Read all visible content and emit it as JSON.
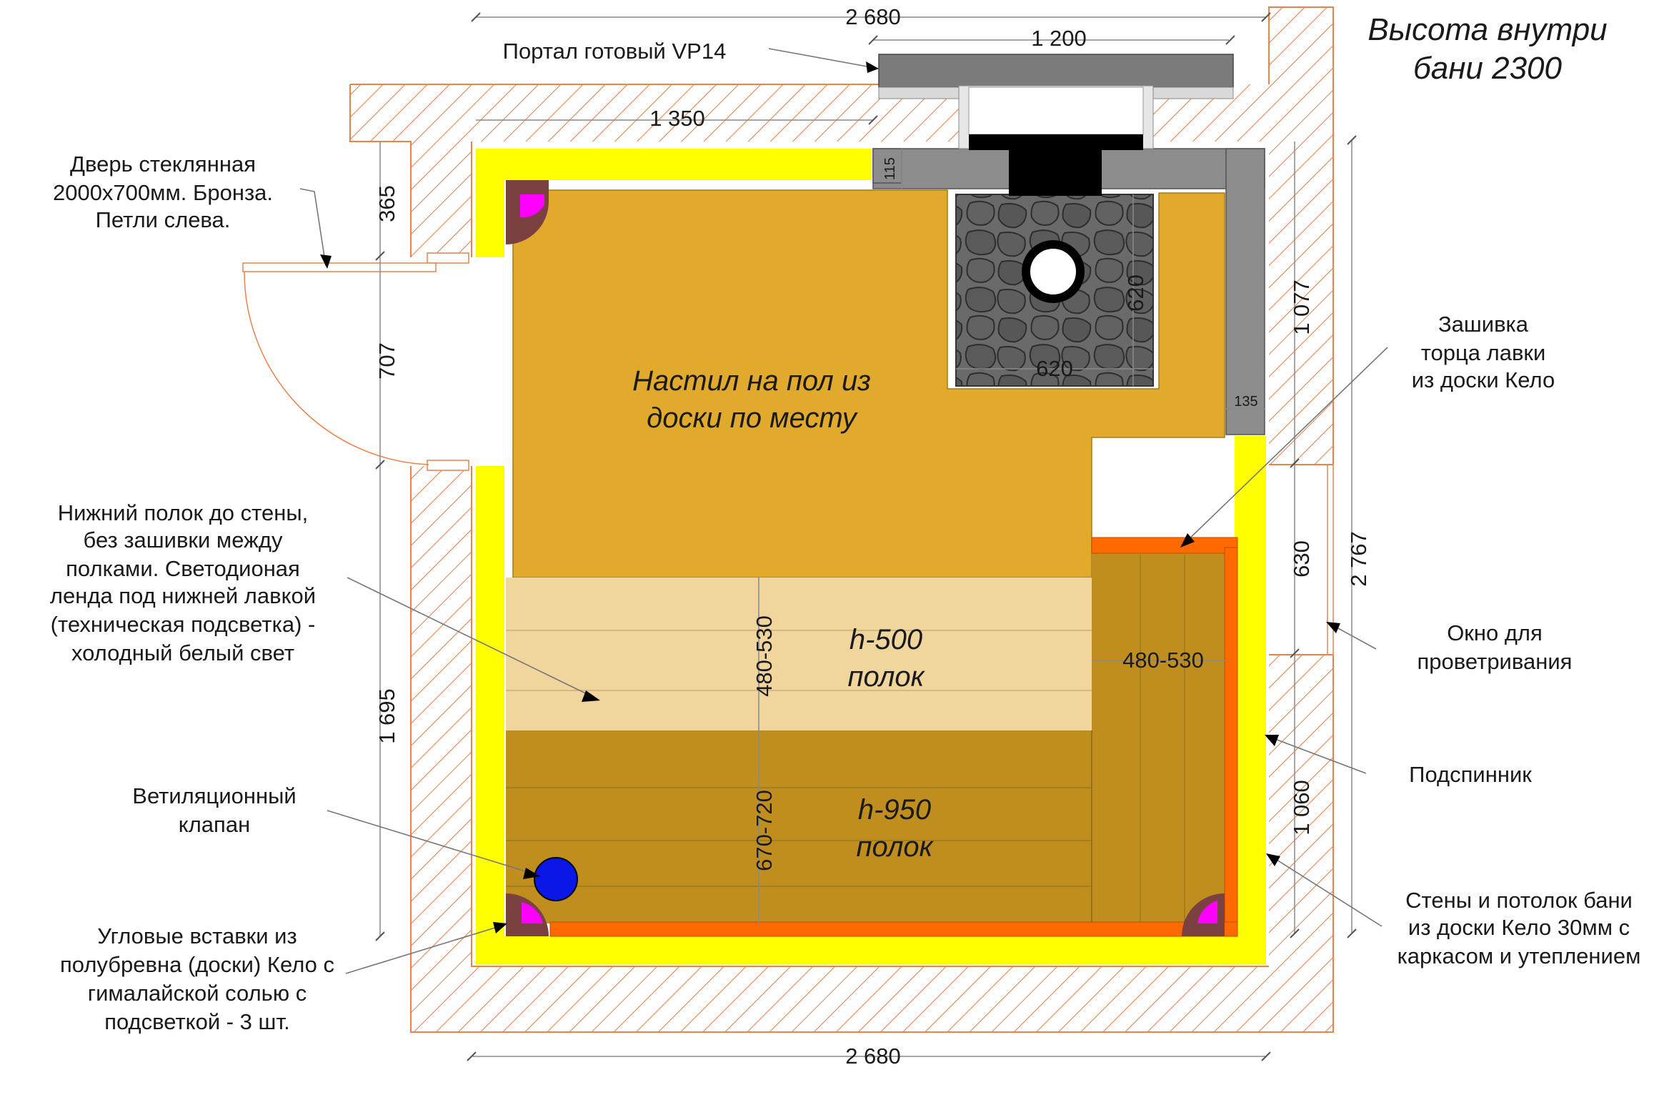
{
  "title": {
    "line1": "Высота внутри",
    "line2": "бани 2300"
  },
  "dimensions": {
    "top_overall": "2 680",
    "bottom_overall": "2 680",
    "portal_width": "1 200",
    "inner_top_left": "1 350",
    "wall_115": "115",
    "wall_135": "135",
    "left_365": "365",
    "door_707": "707",
    "left_1695": "1 695",
    "right_1077": "1 077",
    "window_630": "630",
    "right_1060": "1 060",
    "right_overall_2767": "2 767",
    "stove_w": "620",
    "stove_h": "620",
    "shelf_low_depth": "480-530",
    "shelf_low_depth_side": "480-530",
    "shelf_high_depth": "670-720"
  },
  "labels": {
    "portal": "Портал готовый VP14",
    "door": [
      "Дверь стеклянная",
      "2000х700мм. Бронза.",
      "Петли слева."
    ],
    "floor": [
      "Настил на пол из",
      "доски по месту"
    ],
    "lower_shelf_note": [
      "Нижний полок до стены,",
      "без зашивки между",
      "полками. Светодионая",
      "ленда под нижней лавкой",
      "(техническая подсветка) -",
      "холодный белый свет"
    ],
    "shelf_500": [
      "h-500",
      "полок"
    ],
    "shelf_950": [
      "h-950",
      "полок"
    ],
    "vent": [
      "Ветиляционный",
      "клапан"
    ],
    "corner": [
      "Угловые вставки из",
      "полубревна (доски) Кело с",
      "гималайской солью с",
      "подсветкой - 3 шт."
    ],
    "bench_end": [
      "Зашивка",
      "торца лавки",
      "из доски Кело"
    ],
    "window": [
      "Окно для",
      "проветривания"
    ],
    "backrest": "Подспинник",
    "walls": [
      "Стены и потолок бани",
      "из доски Кело 30мм с",
      "каркасом и утеплением"
    ]
  },
  "colors": {
    "wall_hatch": "#e8834a",
    "lining": "#ffff00",
    "floor": "#e2aa2c",
    "shelf_low": "#f0d59c",
    "shelf_high": "#bf8e1e",
    "trim": "#ff6a00",
    "stove_wall": "#8c8c8c",
    "stove_stone": "#5e5e5e",
    "portal": "#7b7b7b",
    "corner_insert": "#7b4040",
    "salt_light": "#ff00ff",
    "vent_valve": "#0a17e6"
  }
}
